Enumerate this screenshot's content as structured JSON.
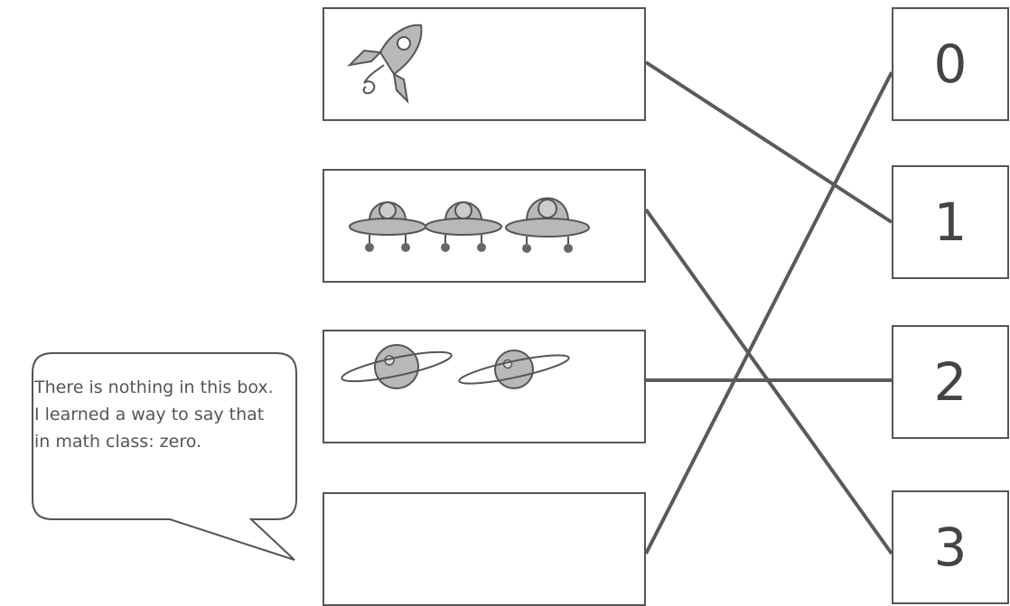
{
  "numbers": [
    "0",
    "1",
    "2",
    "3"
  ],
  "speech_bubble": "There is nothing in this box. I learned a way to say that in math class: zero.",
  "boxes": [
    {
      "content": "rocket-icon",
      "count": 1
    },
    {
      "content": "flying-saucer-alien-icon",
      "count": 3
    },
    {
      "content": "ringed-planet-icon",
      "count": 2
    },
    {
      "content": "empty",
      "count": 0
    }
  ],
  "matches": [
    {
      "from": "box-1",
      "to": "1"
    },
    {
      "from": "box-2",
      "to": "3"
    },
    {
      "from": "box-3",
      "to": "2"
    },
    {
      "from": "box-4",
      "to": "0"
    }
  ],
  "colors": {
    "line": "#5a5a5a",
    "fill": "#b8b8b8"
  }
}
